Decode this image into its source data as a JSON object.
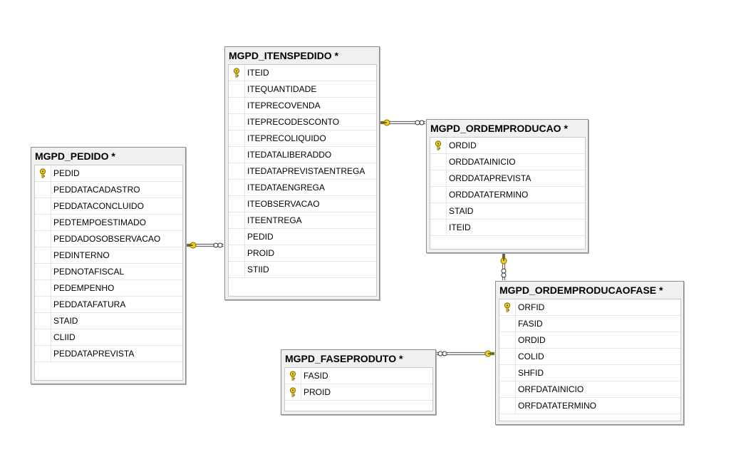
{
  "diagram": {
    "tables": [
      {
        "id": "pedido",
        "title": "MGPD_PEDIDO *",
        "columns": [
          {
            "name": "PEDID",
            "key": true
          },
          {
            "name": "PEDDATACADASTRO",
            "key": false
          },
          {
            "name": "PEDDATACONCLUIDO",
            "key": false
          },
          {
            "name": "PEDTEMPOESTIMADO",
            "key": false
          },
          {
            "name": "PEDDADOSOBSERVACAO",
            "key": false
          },
          {
            "name": "PEDINTERNO",
            "key": false
          },
          {
            "name": "PEDNOTAFISCAL",
            "key": false
          },
          {
            "name": "PEDEMPENHO",
            "key": false
          },
          {
            "name": "PEDDATAFATURA",
            "key": false
          },
          {
            "name": "STAID",
            "key": false
          },
          {
            "name": "CLIID",
            "key": false
          },
          {
            "name": "PEDDATAPREVISTA",
            "key": false
          }
        ]
      },
      {
        "id": "itenspedido",
        "title": "MGPD_ITENSPEDIDO *",
        "columns": [
          {
            "name": "ITEID",
            "key": true
          },
          {
            "name": "ITEQUANTIDADE",
            "key": false
          },
          {
            "name": "ITEPRECOVENDA",
            "key": false
          },
          {
            "name": "ITEPRECODESCONTO",
            "key": false
          },
          {
            "name": "ITEPRECOLIQUIDO",
            "key": false
          },
          {
            "name": "ITEDATALIBERADDO",
            "key": false
          },
          {
            "name": "ITEDATAPREVISTAENTREGA",
            "key": false
          },
          {
            "name": "ITEDATAENGREGA",
            "key": false
          },
          {
            "name": "ITEOBSERVACAO",
            "key": false
          },
          {
            "name": "ITEENTREGA",
            "key": false
          },
          {
            "name": "PEDID",
            "key": false
          },
          {
            "name": "PROID",
            "key": false
          },
          {
            "name": "STIID",
            "key": false
          }
        ]
      },
      {
        "id": "ordemproducao",
        "title": "MGPD_ORDEMPRODUCAO *",
        "columns": [
          {
            "name": "ORDID",
            "key": true
          },
          {
            "name": "ORDDATAINICIO",
            "key": false
          },
          {
            "name": "ORDDATAPREVISTA",
            "key": false
          },
          {
            "name": "ORDDATATERMINO",
            "key": false
          },
          {
            "name": "STAID",
            "key": false
          },
          {
            "name": "ITEID",
            "key": false
          }
        ]
      },
      {
        "id": "ordemproducaofase",
        "title": "MGPD_ORDEMPRODUCAOFASE *",
        "columns": [
          {
            "name": "ORFID",
            "key": true
          },
          {
            "name": "FASID",
            "key": false
          },
          {
            "name": "ORDID",
            "key": false
          },
          {
            "name": "COLID",
            "key": false
          },
          {
            "name": "SHFID",
            "key": false
          },
          {
            "name": "ORFDATAINICIO",
            "key": false
          },
          {
            "name": "ORFDATATERMINO",
            "key": false
          }
        ]
      },
      {
        "id": "faseproduto",
        "title": "MGPD_FASEPRODUTO *",
        "columns": [
          {
            "name": "FASID",
            "key": true
          },
          {
            "name": "PROID",
            "key": true
          }
        ]
      }
    ],
    "relationships": [
      {
        "from": "itenspedido",
        "to": "pedido",
        "from_end": "many",
        "to_end": "one"
      },
      {
        "from": "ordemproducao",
        "to": "itenspedido",
        "from_end": "many",
        "to_end": "one"
      },
      {
        "from": "ordemproducaofase",
        "to": "ordemproducao",
        "from_end": "many",
        "to_end": "one"
      },
      {
        "from": "faseproduto",
        "to": "ordemproducaofase",
        "from_end": "many",
        "to_end": "one"
      }
    ],
    "colors": {
      "key_icon": "#f2d21a",
      "key_outline": "#7a6400",
      "line": "#6e6e6e"
    }
  }
}
